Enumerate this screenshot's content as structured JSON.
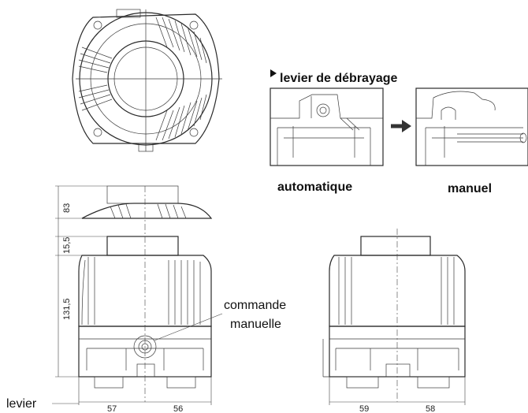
{
  "labels": {
    "lever_title": "levier de débrayage",
    "auto": "automatique",
    "manual": "manuel",
    "command": "commande",
    "manual_f": "manuelle",
    "lever": "levier"
  },
  "dimensions": {
    "d83": "83",
    "d15_5": "15,5",
    "d131_5": "131,5",
    "d57": "57",
    "d56": "56",
    "d59": "59",
    "d58": "58"
  }
}
